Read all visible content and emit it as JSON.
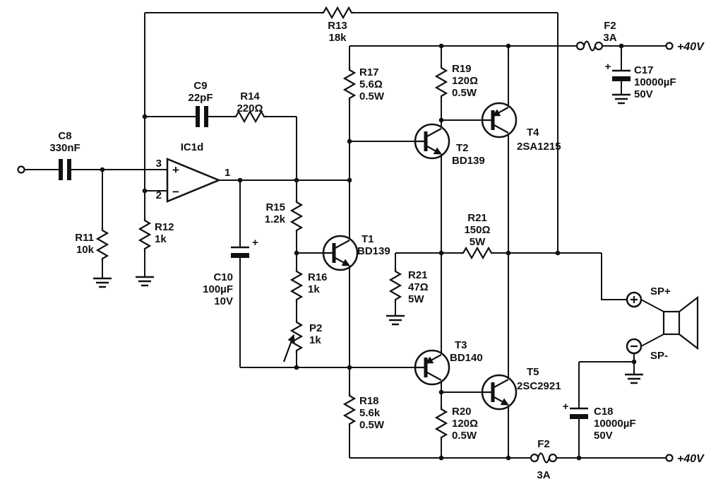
{
  "colors": {
    "ink": "#111111",
    "paper": "#ffffff"
  },
  "opamp": {
    "ref": "IC1d",
    "pin_noninv": "3",
    "pin_inv": "2",
    "pin_out": "1",
    "noninv_sign": "+",
    "inv_sign": "−"
  },
  "capacitors": {
    "c8": {
      "ref": "C8",
      "value": "330nF"
    },
    "c9": {
      "ref": "C9",
      "value": "22pF"
    },
    "c10": {
      "ref": "C10",
      "value": "100µF",
      "rating": "10V",
      "polarity": "+"
    },
    "c17": {
      "ref": "C17",
      "value": "10000µF",
      "rating": "50V",
      "polarity": "+"
    },
    "c18": {
      "ref": "C18",
      "value": "10000µF",
      "rating": "50V",
      "polarity": "+"
    }
  },
  "resistors": {
    "r11": {
      "ref": "R11",
      "value": "10k"
    },
    "r12": {
      "ref": "R12",
      "value": "1k"
    },
    "r13": {
      "ref": "R13",
      "value": "18k"
    },
    "r14": {
      "ref": "R14",
      "value": "220Ω"
    },
    "r15": {
      "ref": "R15",
      "value": "1.2k"
    },
    "r16": {
      "ref": "R16",
      "value": "1k"
    },
    "r17": {
      "ref": "R17",
      "value": "5.6Ω",
      "rating": "0.5W"
    },
    "r18": {
      "ref": "R18",
      "value": "5.6k",
      "rating": "0.5W"
    },
    "r19": {
      "ref": "R19",
      "value": "120Ω",
      "rating": "0.5W"
    },
    "r20": {
      "ref": "R20",
      "value": "120Ω",
      "rating": "0.5W"
    },
    "r21_output": {
      "ref": "R21",
      "value": "150Ω",
      "rating": "5W"
    },
    "r21_bias": {
      "ref": "R21",
      "value": "47Ω",
      "rating": "5W"
    }
  },
  "potentiometer": {
    "ref": "P2",
    "value": "1k"
  },
  "transistors": {
    "t1": {
      "ref": "T1",
      "part": "BD139"
    },
    "t2": {
      "ref": "T2",
      "part": "BD139"
    },
    "t3": {
      "ref": "T3",
      "part": "BD140"
    },
    "t4": {
      "ref": "T4",
      "part": "2SA1215"
    },
    "t5": {
      "ref": "T5",
      "part": "2SC2921"
    }
  },
  "fuses": {
    "f2_top": {
      "ref": "F2",
      "value": "3A"
    },
    "f2_bottom": {
      "ref": "F2",
      "value": "3A"
    }
  },
  "supply": {
    "top_rail": "+40V",
    "bottom_rail": "+40V"
  },
  "speaker": {
    "positive": "SP+",
    "negative": "SP-"
  }
}
